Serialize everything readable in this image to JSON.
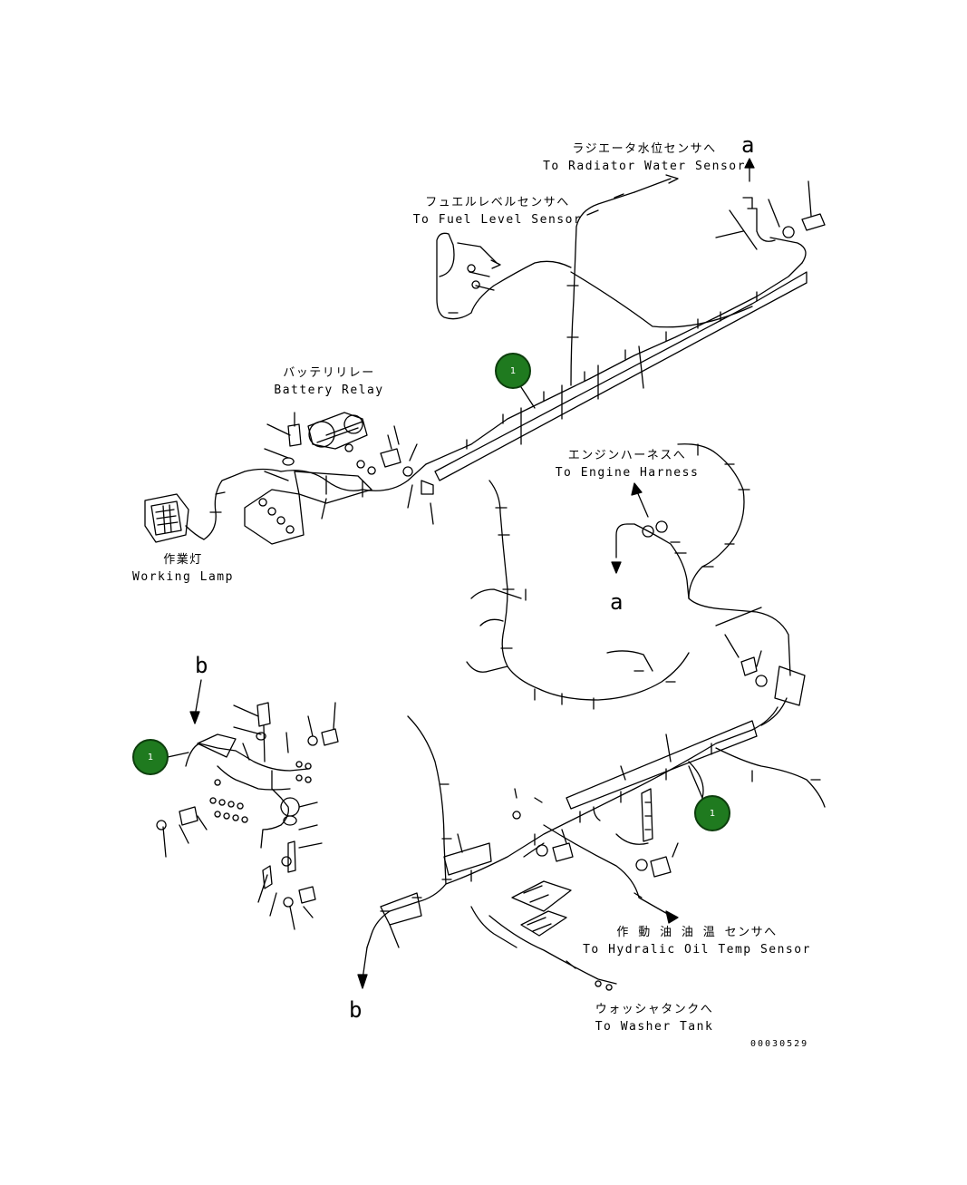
{
  "labels": {
    "radiator": {
      "jp": "ラジエータ水位センサへ",
      "en": "To Radiator Water Sensor"
    },
    "fuel": {
      "jp": "フュエルレベルセンサへ",
      "en": "To Fuel Level Sensor"
    },
    "battery": {
      "jp": "バッテリリレー",
      "en": "Battery Relay"
    },
    "engine": {
      "jp": "エンジンハーネスへ",
      "en": "To Engine Harness"
    },
    "lamp": {
      "jp": "作業灯",
      "en": "Working Lamp"
    },
    "hydraulic": {
      "jp": "作 動 油 油 温 センサへ",
      "en": "To Hydralic Oil Temp  Sensor"
    },
    "washer": {
      "jp": "ウォッシャタンクへ",
      "en": "To Washer Tank"
    }
  },
  "connectors": {
    "a_top": "a",
    "a_mid": "a",
    "b_left": "b",
    "b_bottom": "b"
  },
  "callouts": [
    "1",
    "1",
    "1"
  ],
  "doc_number": "00030529",
  "colors": {
    "callout_fill": "#1f7a1f",
    "line": "#000000"
  }
}
